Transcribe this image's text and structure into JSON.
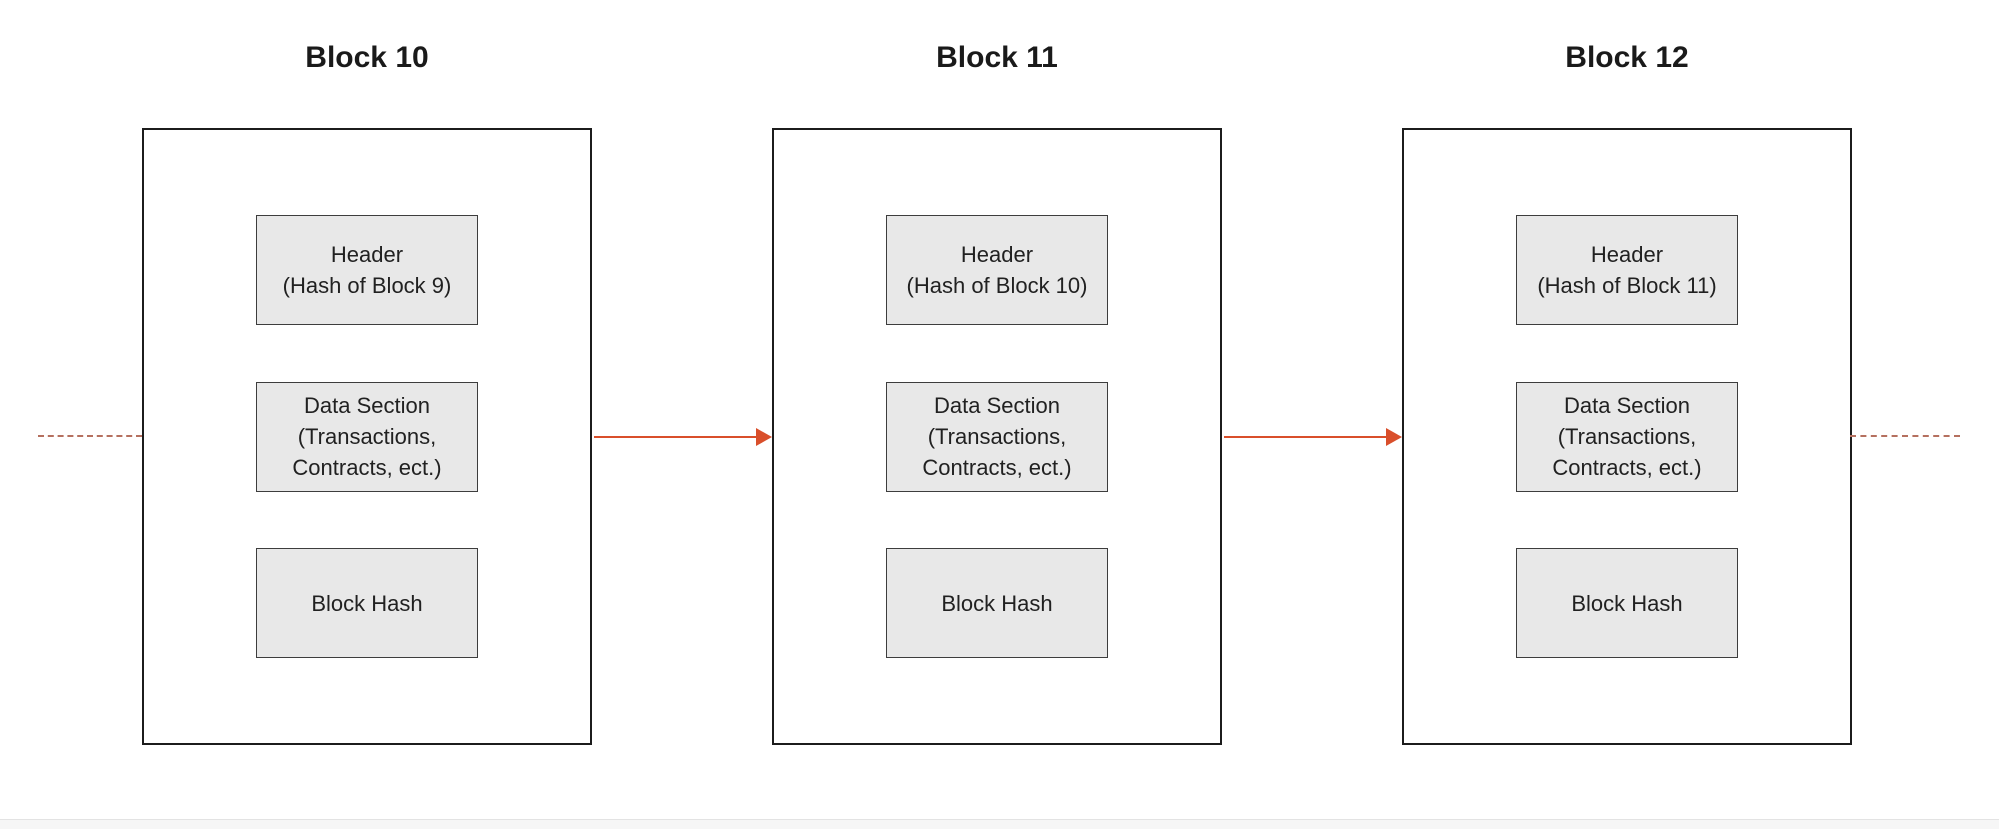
{
  "colors": {
    "arrow": "#d94f2b",
    "dash": "#b5705f",
    "box-fill": "#e8e8e8",
    "box-border": "#3d3d3d",
    "block-border": "#1c1c1c",
    "text": "#212121",
    "divider-line": "#e3e3e3",
    "divider-fill": "#f6f6f6"
  },
  "blocks": [
    {
      "title": "Block 10",
      "boxes": [
        {
          "name": "header",
          "lines": [
            "Header",
            "(Hash of Block 9)"
          ]
        },
        {
          "name": "data-section",
          "lines": [
            "Data Section",
            "(Transactions,",
            "Contracts, ect.)"
          ]
        },
        {
          "name": "block-hash",
          "lines": [
            "Block Hash"
          ]
        }
      ]
    },
    {
      "title": "Block 11",
      "boxes": [
        {
          "name": "header",
          "lines": [
            "Header",
            "(Hash of Block 10)"
          ]
        },
        {
          "name": "data-section",
          "lines": [
            "Data Section",
            "(Transactions,",
            "Contracts, ect.)"
          ]
        },
        {
          "name": "block-hash",
          "lines": [
            "Block Hash"
          ]
        }
      ]
    },
    {
      "title": "Block 12",
      "boxes": [
        {
          "name": "header",
          "lines": [
            "Header",
            "(Hash of Block 11)"
          ]
        },
        {
          "name": "data-section",
          "lines": [
            "Data Section",
            "(Transactions,",
            "Contracts, ect.)"
          ]
        },
        {
          "name": "block-hash",
          "lines": [
            "Block Hash"
          ]
        }
      ]
    }
  ]
}
